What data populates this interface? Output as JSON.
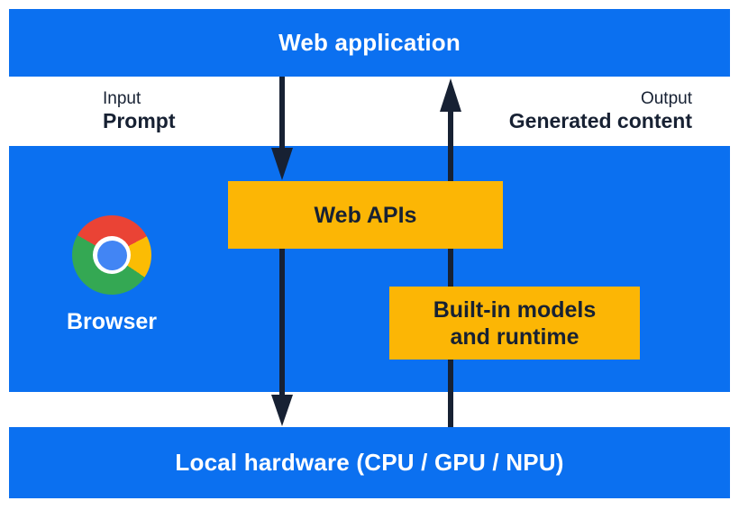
{
  "colors": {
    "blue": "#0b70f0",
    "yellow": "#fcb605",
    "arrow_dark": "#172133",
    "text_light": "#ffffff",
    "chrome_red": "#ea4335",
    "chrome_yellow": "#fbbc04",
    "chrome_green": "#34a853",
    "chrome_blue": "#4285f4"
  },
  "top_bar": {
    "label": "Web application"
  },
  "io": {
    "input_title": "Input",
    "input_value": "Prompt",
    "output_title": "Output",
    "output_value": "Generated content"
  },
  "browser": {
    "label": "Browser",
    "logo": "chrome-logo"
  },
  "boxes": {
    "web_apis": {
      "label": "Web APIs"
    },
    "builtin": {
      "line1": "Built-in models",
      "line2": "and runtime"
    }
  },
  "bottom_bar": {
    "label": "Local hardware (CPU / GPU / NPU)"
  },
  "arrows": {
    "down_flow": "web-application-to-local-hardware",
    "up_flow": "local-hardware-to-web-application"
  }
}
